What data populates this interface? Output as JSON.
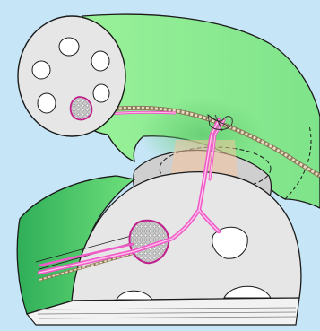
{
  "figure": {
    "background_color": "#c6e6f7",
    "colors": {
      "tube_green": "#8ff08c",
      "tube_green_dark": "#4bc46a",
      "cut_face": "#e6e6e6",
      "cut_face_shadow": "#cfcfcf",
      "outline": "#1a1a1a",
      "vessel_pink": "#f05ac8",
      "vessel_pink_light": "#ffb4e6",
      "overlap_orange": "#f5c6a0",
      "overlap_gray": "#b8b8b8",
      "bundle_fill": "#9a9a9a"
    },
    "parts": {
      "upper_organ": "upper-tube-with-cross-section",
      "lower_organ": "lower-block-with-cut-face",
      "vascular_strand": "branching-vascular-trace",
      "vascular_bundles": "bundle-cross-sections",
      "air_canals": "white-lacunae-holes"
    }
  }
}
